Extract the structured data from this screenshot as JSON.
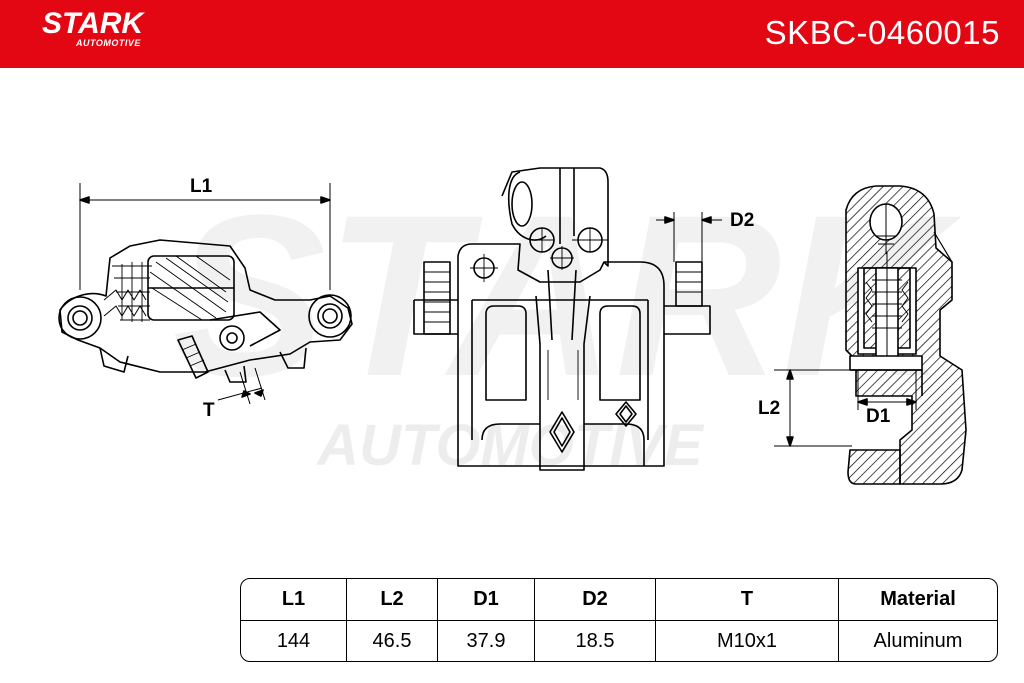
{
  "header": {
    "brand": "STARK",
    "brand_sub": "AUTOMOTIVE",
    "part_number": "SKBC-0460015",
    "color": "#e30613"
  },
  "watermark": {
    "line1": "STARK",
    "line2": "AUTOMOTIVE"
  },
  "dimension_labels": {
    "l1": "L1",
    "t": "T",
    "d2": "D2",
    "l2": "L2",
    "d1": "D1"
  },
  "spec_table": {
    "headers": [
      "L1",
      "L2",
      "D1",
      "D2",
      "T",
      "Material"
    ],
    "values": [
      "144",
      "46.5",
      "37.9",
      "18.5",
      "M10x1",
      "Aluminum"
    ]
  }
}
